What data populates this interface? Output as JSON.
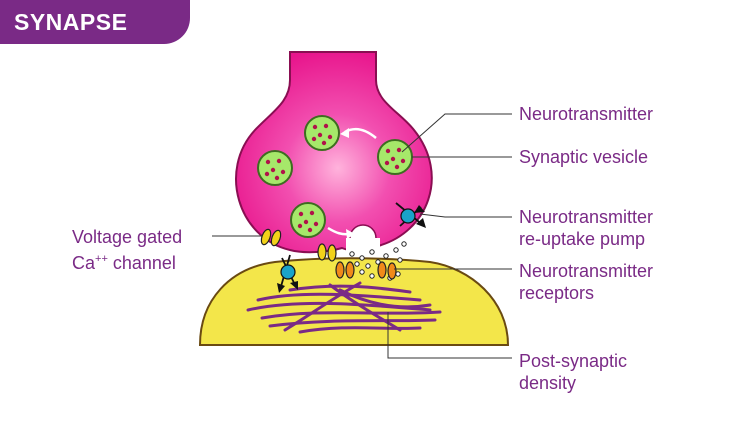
{
  "title": "SYNAPSE",
  "colors": {
    "accent": "#7a2a86",
    "presynaptic_terminal": "#e8158c",
    "postsynaptic_cell": "#f3e64a",
    "vesicle": "#a6e86a",
    "neurotransmitter": "#b0124a",
    "calcium_channel": "#f2d21a",
    "receptor": "#f08a1a",
    "pump": "#1aa3c9",
    "density": "#7a2a86"
  },
  "labels": {
    "neurotransmitter": "Neurotransmitter",
    "synaptic_vesicle": "Synaptic vesicle",
    "reuptake_line1": "Neurotransmitter",
    "reuptake_line2": "re-uptake pump",
    "receptors_line1": "Neurotransmitter",
    "receptors_line2": "receptors",
    "density_line1": "Post-synaptic",
    "density_line2": "density",
    "calcium_line1": "Voltage gated",
    "calcium_line2_prefix": "Ca",
    "calcium_line2_sup": "++",
    "calcium_line2_suffix": " channel"
  }
}
